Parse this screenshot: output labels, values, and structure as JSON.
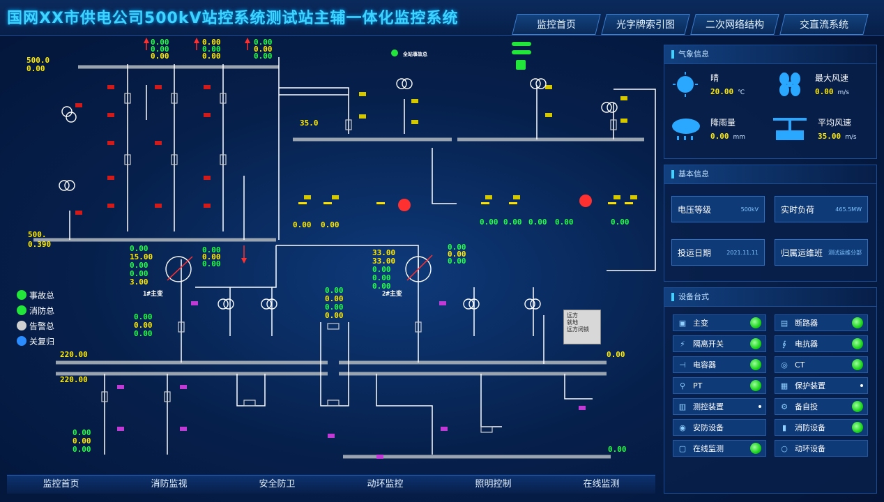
{
  "header": {
    "title": "国网XX市供电公司500kV站控系统测试站主辅一体化监控系统",
    "nav": [
      "监控首页",
      "光字牌索引图",
      "二次网络结构",
      "交直流系统"
    ]
  },
  "legend": [
    {
      "label": "事故总",
      "color": "#22e63a"
    },
    {
      "label": "消防总",
      "color": "#22e63a"
    },
    {
      "label": "告警总",
      "color": "#cfcfcf"
    },
    {
      "label": "关复归",
      "color": "#2a8cff"
    }
  ],
  "diagram": {
    "bus500_voltage": "500.0",
    "bus500_f": "0.00",
    "bus500_v2": "500.",
    "bus500_v3": "0.390",
    "bus35_value": "35.0",
    "bus220_a": "220.00",
    "bus220_b": "220.00",
    "bus220_c": "0.00",
    "bus220_d": "0.00",
    "main_transformer_1": "1#主变",
    "main_transformer_2": "2#主变",
    "fault_indicator": "全站事故总",
    "switch_box_lines": [
      "远方",
      "就地",
      "远方闭锁"
    ],
    "readings": {
      "line_a": [
        "0.00",
        "0.00",
        "0.00"
      ],
      "line_b": [
        "0.00",
        "0.00",
        "0.00"
      ],
      "line_c": [
        "0.00",
        "0.00",
        "0.00"
      ],
      "t1": [
        "0.00",
        "15.00",
        "0.00",
        "0.00",
        "3.00"
      ],
      "t1_right": [
        "0.00",
        "0.00",
        "0.00"
      ],
      "t2_left": [
        "33.00",
        "33.00",
        "0.00",
        "0.00",
        "0.00"
      ],
      "t2_right": [
        "0.00",
        "0.00",
        "0.00"
      ],
      "mid": [
        "0.00",
        "0.00",
        "0.00",
        "0.00"
      ],
      "low1": [
        "0.00",
        "0.00",
        "0.00"
      ],
      "low2": [
        "0.00",
        "0.00",
        "0.00"
      ],
      "cap_pair": [
        "0.00",
        "0.00"
      ],
      "cap_right": [
        "0.00",
        "0.00",
        "0.00",
        "0.00",
        "0.00"
      ]
    }
  },
  "bottom_nav": [
    "监控首页",
    "消防监视",
    "安全防卫",
    "动环监控",
    "照明控制",
    "在线监测"
  ],
  "weather": {
    "title": "气象信息",
    "items": [
      {
        "name": "晴",
        "value": "20.00",
        "unit": "℃",
        "icon": "sun-icon"
      },
      {
        "name": "最大风速",
        "value": "0.00",
        "unit": "m/s",
        "icon": "fan-icon"
      },
      {
        "name": "降雨量",
        "value": "0.00",
        "unit": "mm",
        "icon": "rain-icon"
      },
      {
        "name": "平均风速",
        "value": "35.00",
        "unit": "m/s",
        "icon": "anemometer-icon"
      }
    ]
  },
  "basic": {
    "title": "基本信息",
    "items": [
      {
        "label": "电压等级",
        "value": "500kV"
      },
      {
        "label": "实时负荷",
        "value": "465.5MW"
      },
      {
        "label": "投运日期",
        "value": "2021.11.11"
      },
      {
        "label": "归属运维班",
        "value": "测试运维分部"
      }
    ]
  },
  "devices": {
    "title": "设备台式",
    "items": [
      {
        "label": "主变",
        "icon": "transformer-icon",
        "status": "on"
      },
      {
        "label": "断路器",
        "icon": "breaker-icon",
        "status": "on"
      },
      {
        "label": "隔离开关",
        "icon": "disconnector-icon",
        "status": "on"
      },
      {
        "label": "电抗器",
        "icon": "reactor-icon",
        "status": "on"
      },
      {
        "label": "电容器",
        "icon": "capacitor-icon",
        "status": "on"
      },
      {
        "label": "CT",
        "icon": "ct-icon",
        "status": "on"
      },
      {
        "label": "PT",
        "icon": "pt-icon",
        "status": "on"
      },
      {
        "label": "保护装置",
        "icon": "protection-icon",
        "status": "off"
      },
      {
        "label": "测控装置",
        "icon": "measure-icon",
        "status": "off"
      },
      {
        "label": "备自投",
        "icon": "backup-icon",
        "status": "on"
      },
      {
        "label": "安防设备",
        "icon": "security-icon",
        "status": "off"
      },
      {
        "label": "消防设备",
        "icon": "fire-icon",
        "status": "on"
      },
      {
        "label": "在线监测",
        "icon": "monitor-icon",
        "status": "on"
      },
      {
        "label": "动环设备",
        "icon": "env-icon",
        "status": "off"
      }
    ]
  }
}
